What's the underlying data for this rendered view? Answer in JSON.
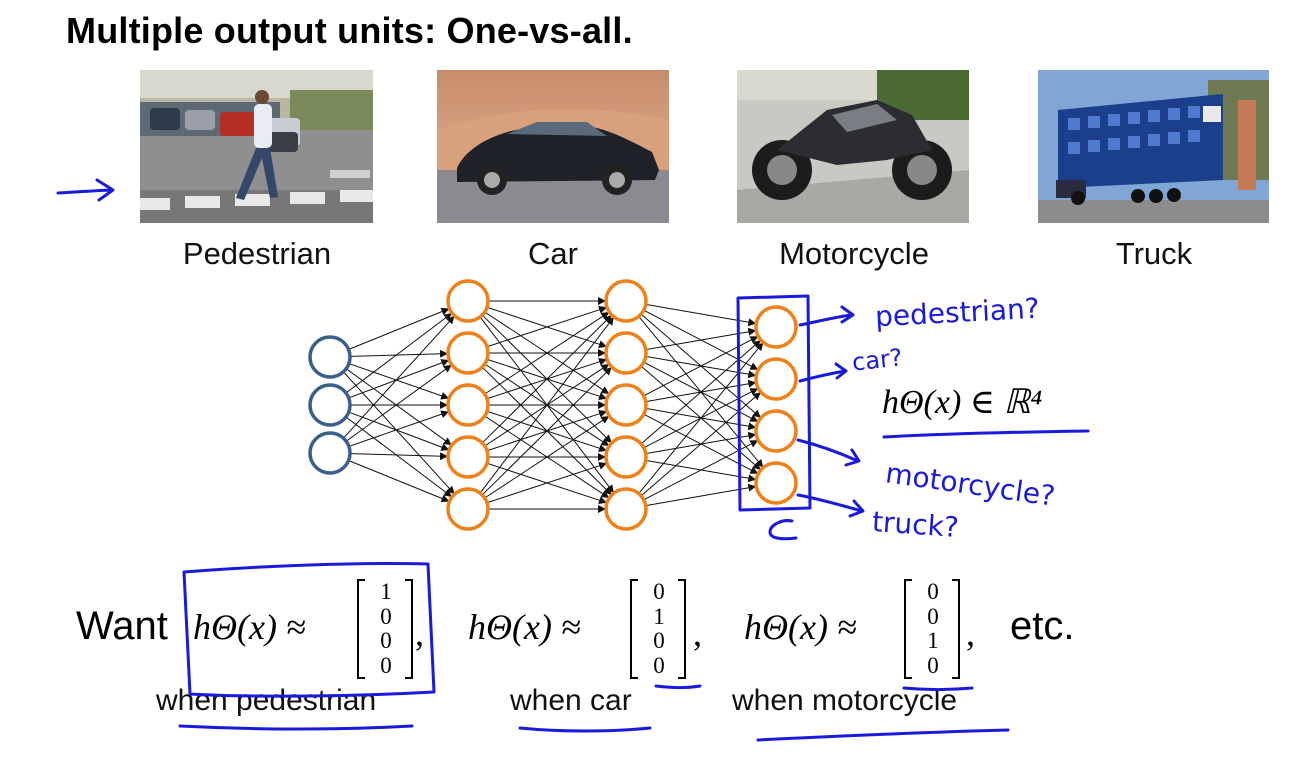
{
  "slide": {
    "title": "Multiple output units: One-vs-all."
  },
  "images": [
    {
      "label": "Pedestrian"
    },
    {
      "label": "Car"
    },
    {
      "label": "Motorcycle"
    },
    {
      "label": "Truck"
    }
  ],
  "network": {
    "layers": [
      3,
      5,
      5,
      4
    ],
    "input_color": "#3a5f8f",
    "hidden_color": "#f08018",
    "output_box_color": "#1a1adb"
  },
  "handwriting": {
    "outputs": [
      "pedestrian?",
      "car?",
      "motorcycle?",
      "truck?"
    ],
    "hypothesis": "hΘ(x) ∈ ℝ⁴",
    "ink_color": "#1a1adb"
  },
  "want": {
    "prefix": "Want",
    "items": [
      {
        "lhs": "hΘ(x) ≈",
        "vector": [
          "1",
          "0",
          "0",
          "0"
        ],
        "when": "when pedestrian"
      },
      {
        "lhs": "hΘ(x) ≈",
        "vector": [
          "0",
          "1",
          "0",
          "0"
        ],
        "when": "when car"
      },
      {
        "lhs": "hΘ(x) ≈",
        "vector": [
          "0",
          "0",
          "1",
          "0"
        ],
        "when": "when motorcycle"
      }
    ],
    "suffix": "etc."
  }
}
